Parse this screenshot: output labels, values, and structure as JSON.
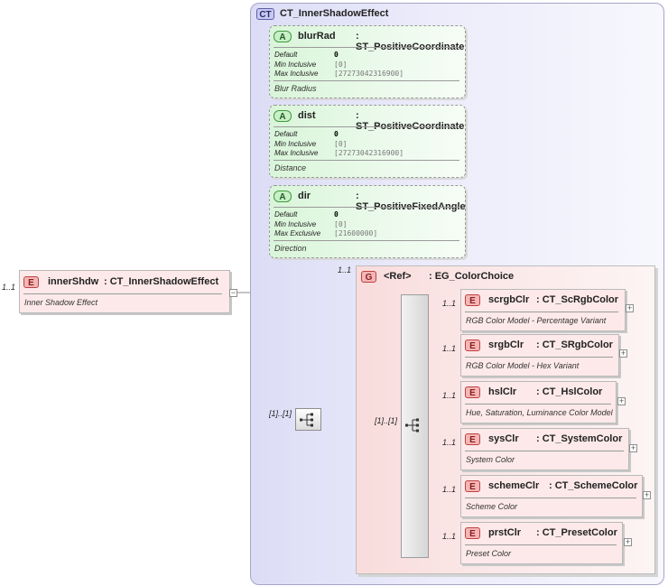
{
  "root": {
    "occurrence": "1..1",
    "badge": "E",
    "name": "innerShdw",
    "type": ": CT_InnerShadowEffect",
    "doc": "Inner Shadow Effect"
  },
  "complex_type": {
    "badge": "CT",
    "name": "CT_InnerShadowEffect"
  },
  "attributes": [
    {
      "badge": "A",
      "name": "blurRad",
      "type": ": ST_PositiveCoordinate",
      "props": [
        {
          "label": "Default",
          "value": "0"
        },
        {
          "label": "Min Inclusive",
          "value": "[0]"
        },
        {
          "label": "Max Inclusive",
          "value": "[27273042316900]"
        }
      ],
      "doc": "Blur Radius"
    },
    {
      "badge": "A",
      "name": "dist",
      "type": ": ST_PositiveCoordinate",
      "props": [
        {
          "label": "Default",
          "value": "0"
        },
        {
          "label": "Min Inclusive",
          "value": "[0]"
        },
        {
          "label": "Max Inclusive",
          "value": "[27273042316900]"
        }
      ],
      "doc": "Distance"
    },
    {
      "badge": "A",
      "name": "dir",
      "type": ": ST_PositiveFixedAngle",
      "props": [
        {
          "label": "Default",
          "value": "0"
        },
        {
          "label": "Min Inclusive",
          "value": "[0]"
        },
        {
          "label": "Max Exclusive",
          "value": "[21600000]"
        }
      ],
      "doc": "Direction"
    }
  ],
  "sequence": {
    "occurrence": "[1]..[1]"
  },
  "group": {
    "occurrence": "1..1",
    "badge": "G",
    "ref_label": "<Ref>",
    "name": ": EG_ColorChoice",
    "choice_occurrence": "[1]..[1]"
  },
  "choices": [
    {
      "occurrence": "1..1",
      "badge": "E",
      "name": "scrgbClr",
      "type": ": CT_ScRgbColor",
      "doc": "RGB Color Model - Percentage Variant",
      "expand": "+"
    },
    {
      "occurrence": "1..1",
      "badge": "E",
      "name": "srgbClr",
      "type": ": CT_SRgbColor",
      "doc": "RGB Color Model - Hex Variant",
      "expand": "+"
    },
    {
      "occurrence": "1..1",
      "badge": "E",
      "name": "hslClr",
      "type": ": CT_HslColor",
      "doc": "Hue, Saturation, Luminance Color Model",
      "expand": "+"
    },
    {
      "occurrence": "1..1",
      "badge": "E",
      "name": "sysClr",
      "type": ": CT_SystemColor",
      "doc": "System Color",
      "expand": "+"
    },
    {
      "occurrence": "1..1",
      "badge": "E",
      "name": "schemeClr",
      "type": ": CT_SchemeColor",
      "doc": "Scheme Color",
      "expand": "+"
    },
    {
      "occurrence": "1..1",
      "badge": "E",
      "name": "prstClr",
      "type": ": CT_PresetColor",
      "doc": "Preset Color",
      "expand": "+"
    }
  ],
  "collapse_symbol": "−"
}
